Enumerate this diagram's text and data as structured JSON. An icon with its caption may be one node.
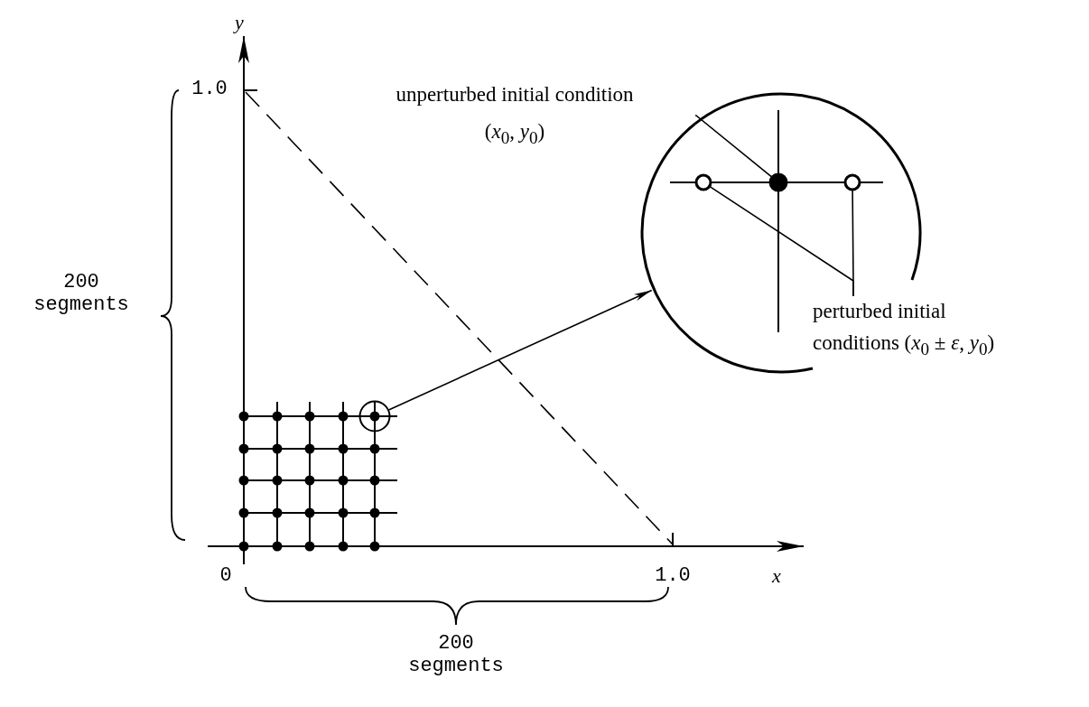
{
  "diagram": {
    "nodes": [
      {
        "text": [],
        "shape": "circle"
      },
      {
        "text": [],
        "shape": "circle"
      },
      {
        "text": [
          "unperturbed initial condition",
          "(*x*$_{0}$, *y*$_{0}$)"
        ]
      },
      {
        "text": [],
        "shape": "circle",
        "in": 1
      },
      {
        "text": [],
        "shape": "circle",
        "in": 1
      },
      {
        "text": [],
        "shape": "circle",
        "in": 1
      },
      {
        "text": [
          "perturbed initial conditions (*x*$_{0}$ ± *ε*, *y*$_{0}$)"
        ]
      }
    ],
    "edges": [
      {
        "from": 0,
        "to": 1,
        "arrow": "to"
      },
      {
        "from": 2,
        "to": 4,
        "arrow": "none"
      },
      {
        "from": 6,
        "to": 3,
        "arrow": "none"
      },
      {
        "from": 6,
        "to": 5,
        "arrow": "none"
      }
    ],
    "labels": [
      "y",
      "1.0",
      "200 segments",
      "0",
      "1.0",
      "x",
      "200 segments"
    ]
  }
}
